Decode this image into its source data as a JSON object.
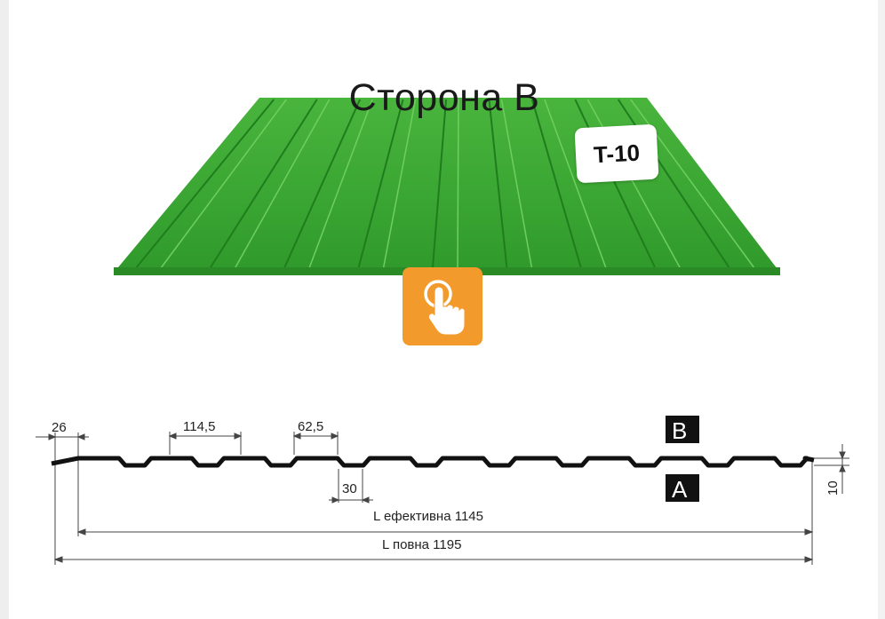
{
  "header": {
    "title": "Сторона B"
  },
  "product": {
    "model_label": "T-10",
    "sheet_color": "#3aa835"
  },
  "action": {
    "icon": "touch-tap-icon",
    "color": "#f39a2c"
  },
  "profile": {
    "side_top_label": "B",
    "side_bottom_label": "A",
    "dimensions": {
      "edge_width": "26",
      "pitch": "114,5",
      "top_flat": "62,5",
      "bottom_flat": "30",
      "height": "10",
      "effective_length": "L ефективна 1145",
      "full_length": "L повна 1195"
    }
  }
}
